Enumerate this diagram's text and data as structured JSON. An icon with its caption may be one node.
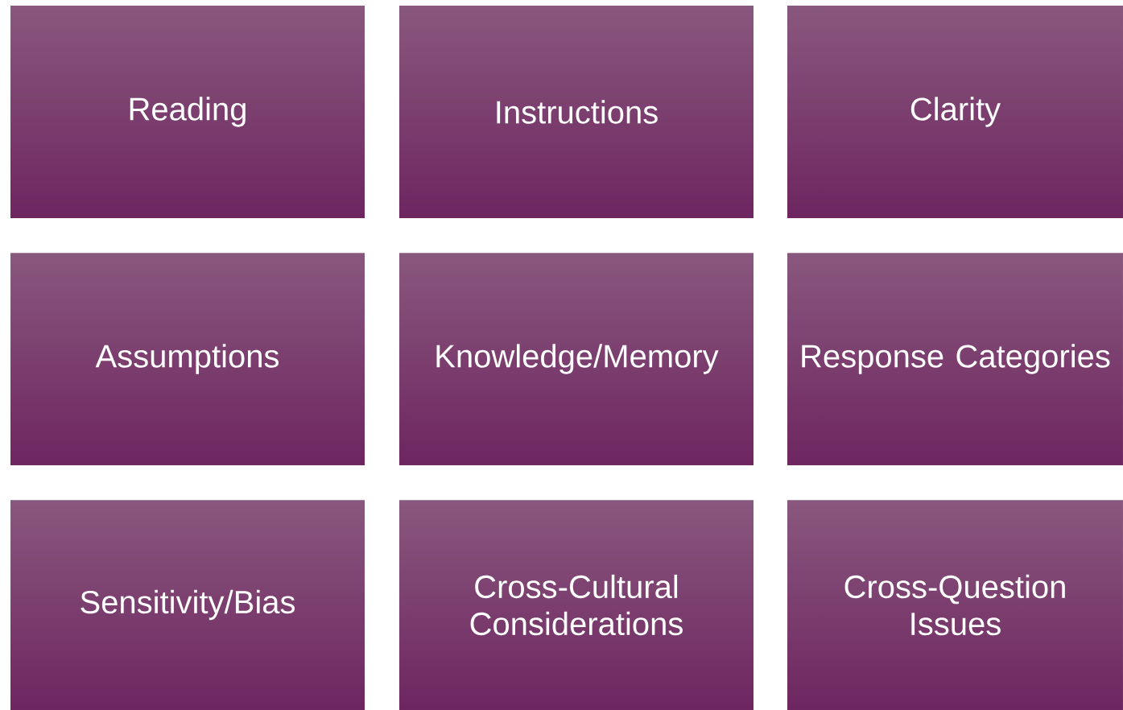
{
  "diagram": {
    "nodes": [
      {
        "text": [
          "Reading"
        ]
      },
      {
        "text": [
          "Instructions"
        ]
      },
      {
        "text": [
          "Clarity"
        ]
      },
      {
        "text": [
          "Assumptions"
        ]
      },
      {
        "text": [
          "Knowledge/Memory"
        ]
      },
      {
        "text": [
          "Response Categories"
        ]
      },
      {
        "text": [
          "Sensitivity/Bias"
        ]
      },
      {
        "text": [
          "Cross-Cultural Considerations"
        ]
      },
      {
        "text": [
          "Cross-Question Issues"
        ]
      }
    ]
  }
}
